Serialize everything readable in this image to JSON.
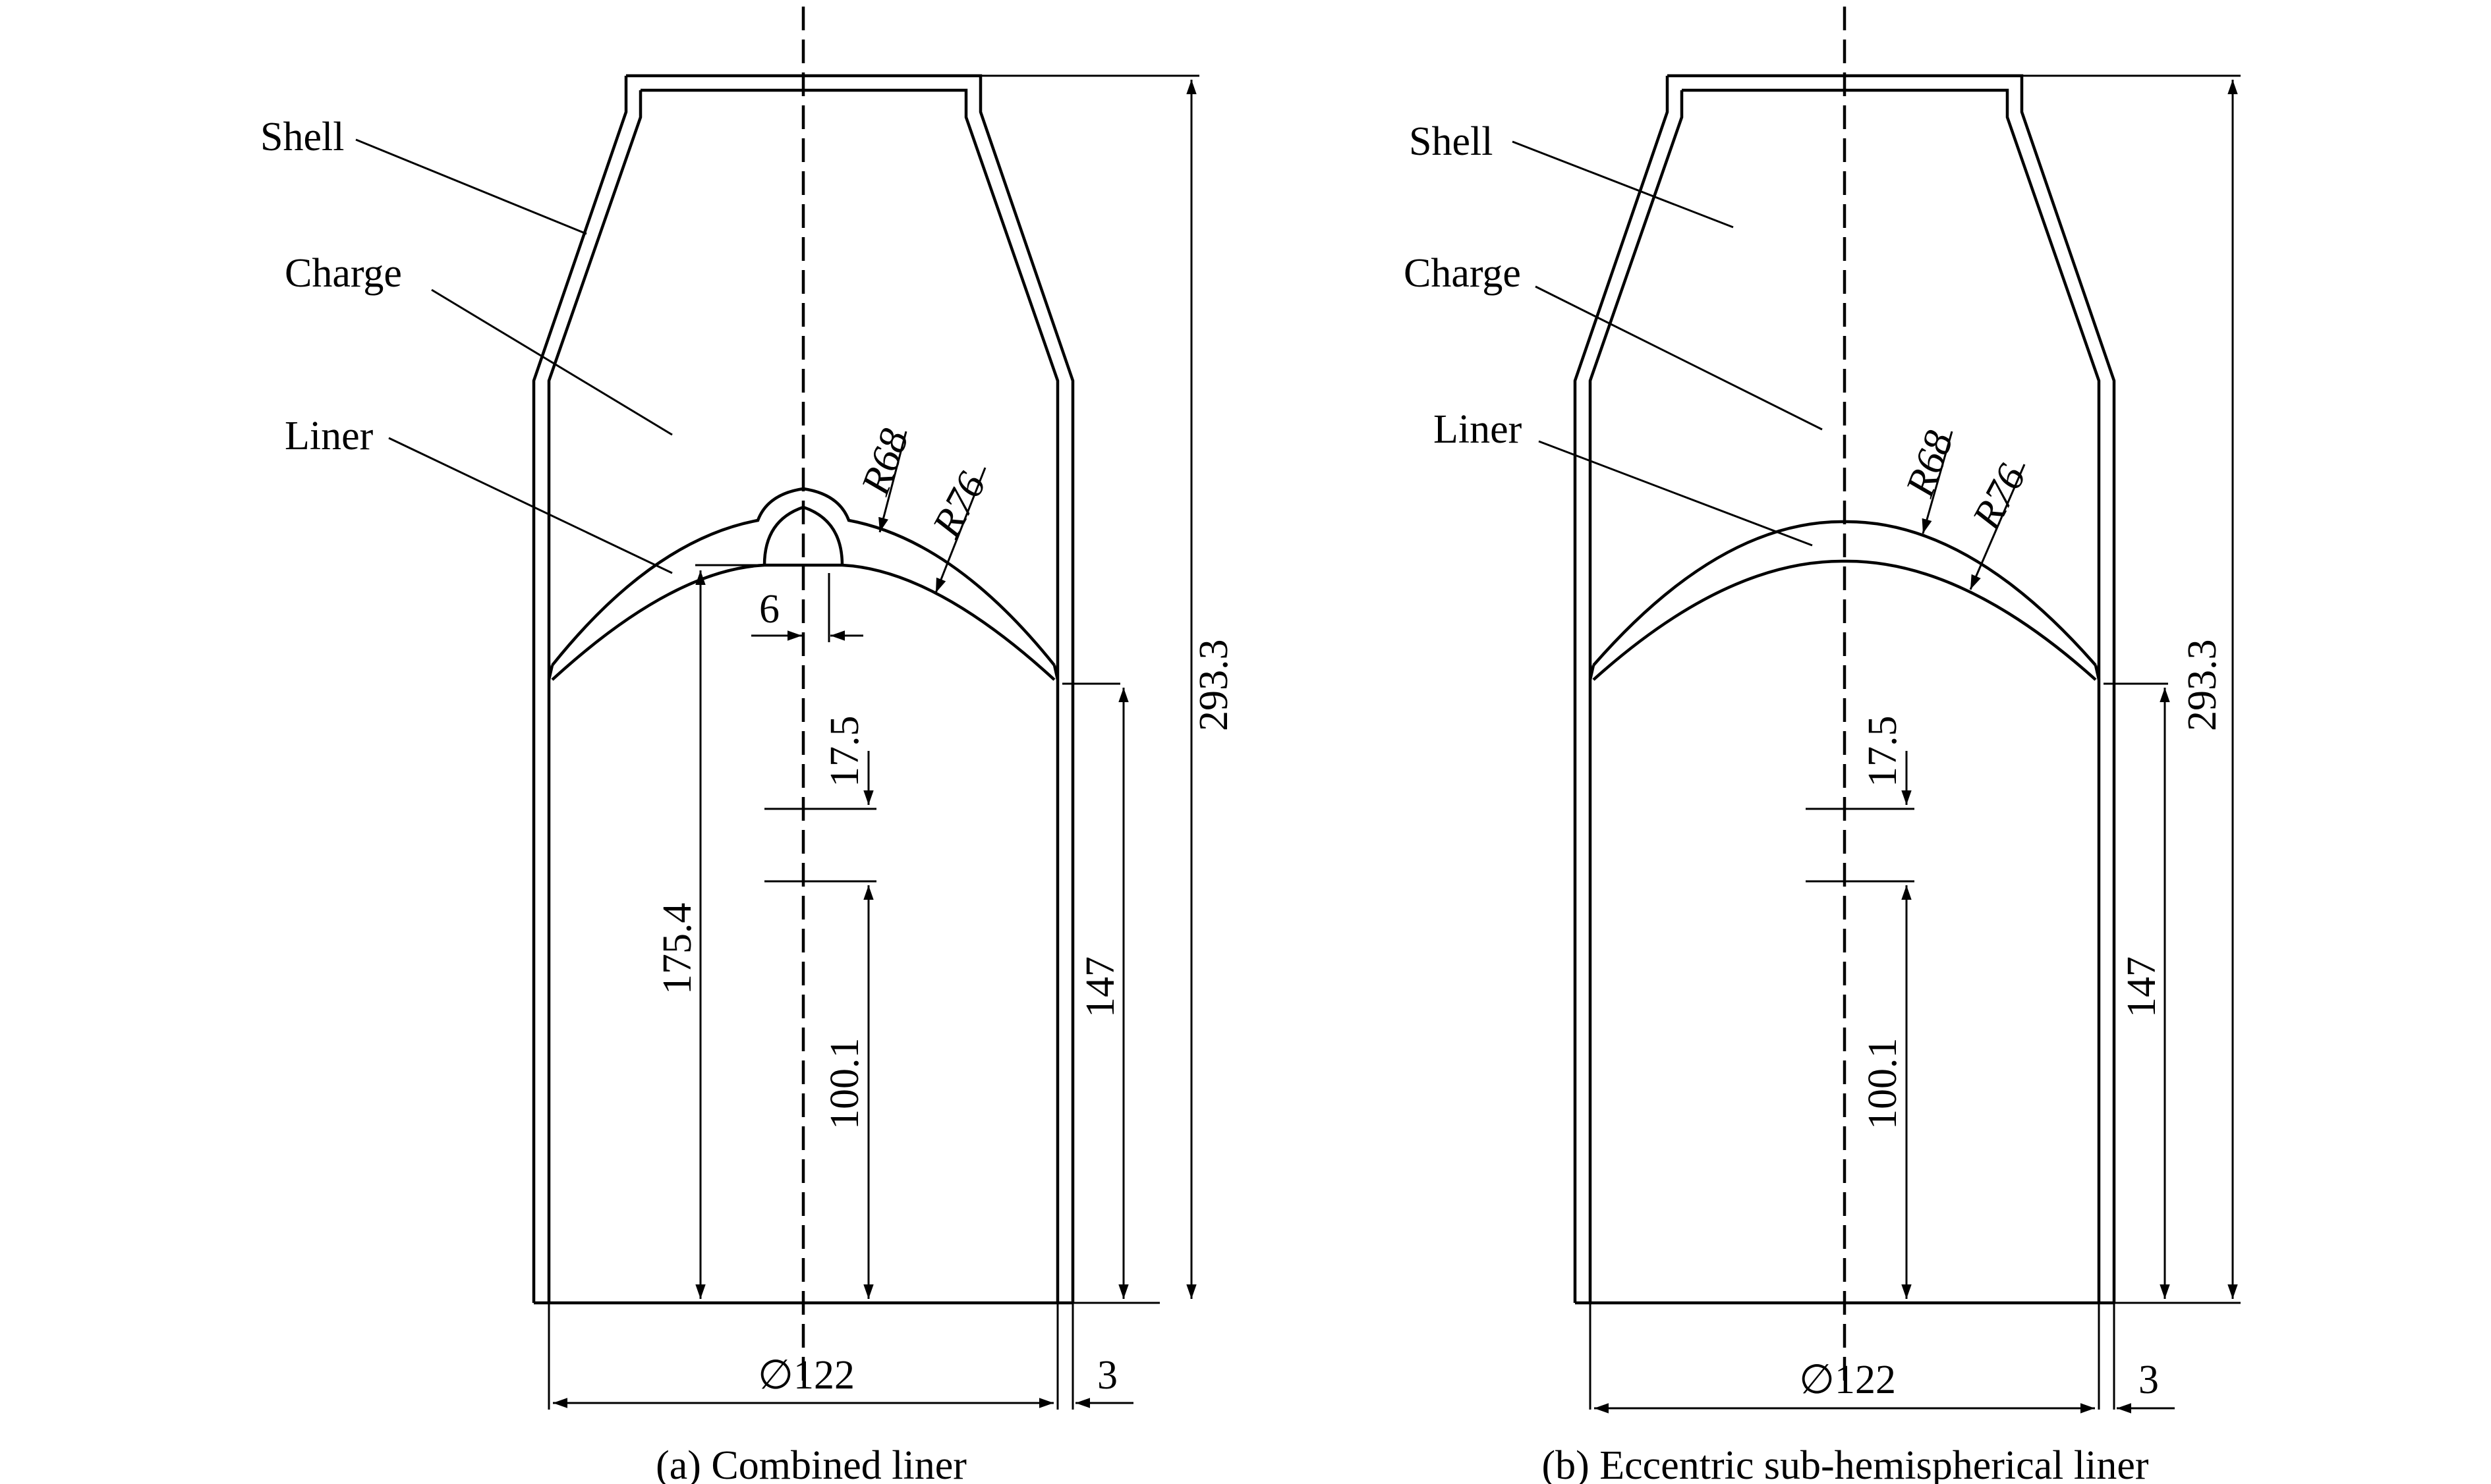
{
  "labels": {
    "shell": "Shell",
    "charge": "Charge",
    "liner": "Liner"
  },
  "dimensions": {
    "total_height": "293.3",
    "lower_height": "147",
    "liner_height": "175.4",
    "gap": "17.5",
    "bottom": "100.1",
    "inner_radius": "R68",
    "outer_radius": "R76",
    "tip_width": "6",
    "diameter": "∅122",
    "wall": "3"
  },
  "captions": {
    "a": "(a) Combined liner",
    "b": "(b) Eccentric sub-hemispherical liner"
  }
}
